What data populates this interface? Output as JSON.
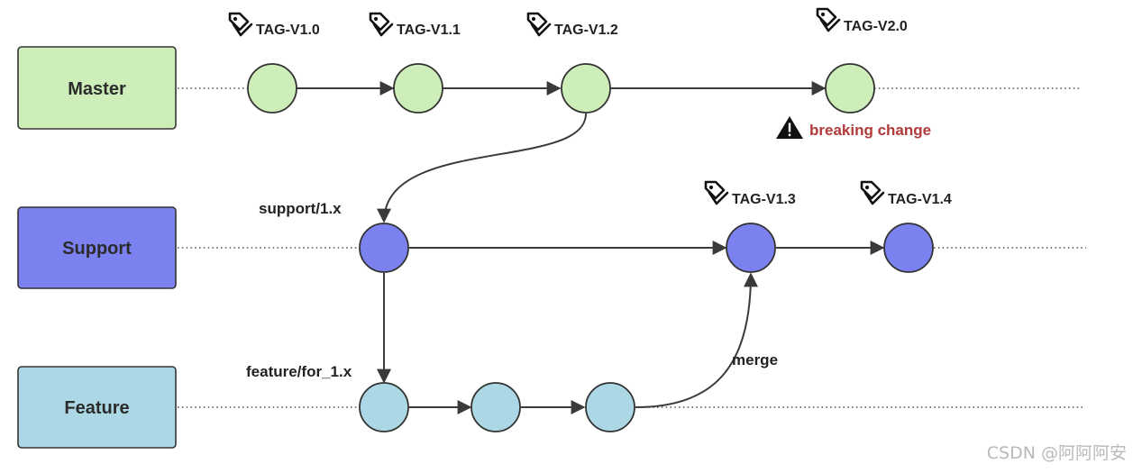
{
  "colors": {
    "master_fill": "#cdeeb9",
    "support_fill": "#7b81ef",
    "feature_fill": "#acd8e6",
    "node_stroke": "#333333",
    "warning_text": "#b23a3a"
  },
  "lanes": {
    "master": "Master",
    "support": "Support",
    "feature": "Feature"
  },
  "tags": {
    "v1_0": "TAG-V1.0",
    "v1_1": "TAG-V1.1",
    "v1_2": "TAG-V1.2",
    "v2_0": "TAG-V2.0",
    "v1_3": "TAG-V1.3",
    "v1_4": "TAG-V1.4"
  },
  "branch_labels": {
    "support": "support/1.x",
    "feature": "feature/for_1.x",
    "merge": "merge"
  },
  "annotations": {
    "breaking_change": "breaking change",
    "warning_icon": "warning-triangle-icon",
    "tag_icon": "tag-icon"
  },
  "watermark": "CSDN @阿阿阿安"
}
